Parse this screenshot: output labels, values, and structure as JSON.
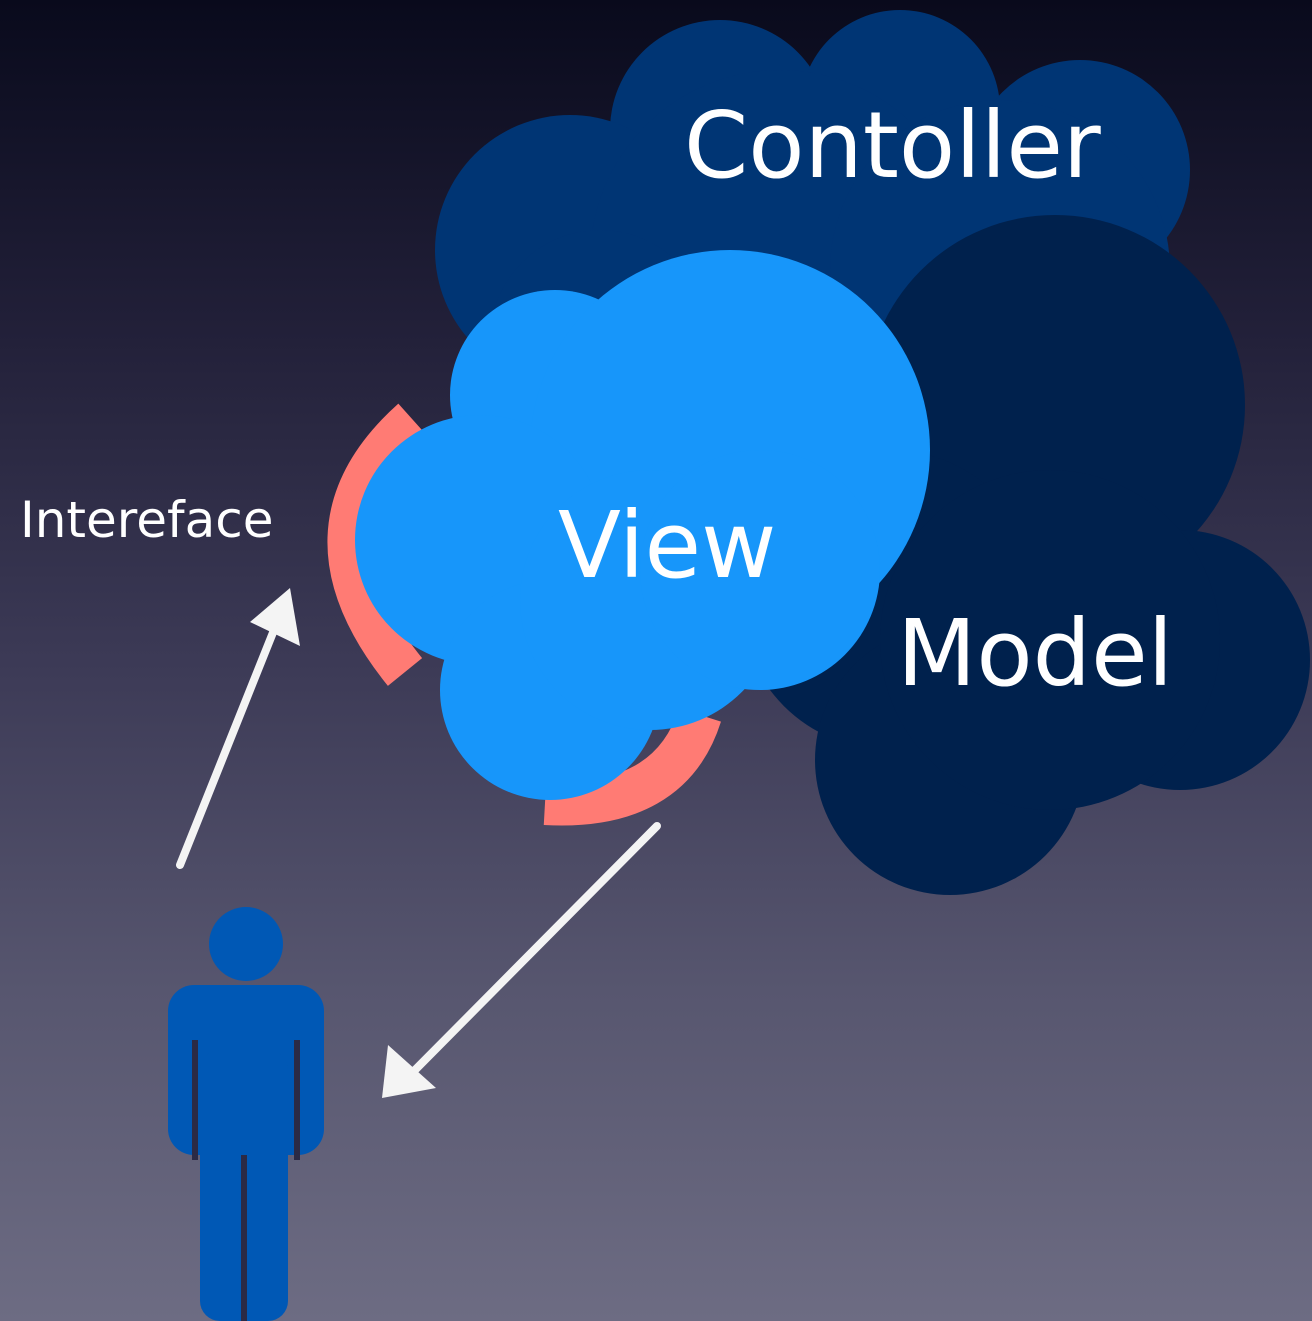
{
  "diagram": {
    "labels": {
      "controller": "Contoller",
      "view": "View",
      "model": "Model",
      "interface": "Intereface"
    },
    "colors": {
      "background_top": "#090a1c",
      "background_bottom": "#6d6c83",
      "controller_cloud": "#003574",
      "model_cloud": "#00214d",
      "view_cloud": "#1796fa",
      "interface_arc": "#ff7b74",
      "user_figure": "#0058b5",
      "arrow": "#f4f4f4",
      "text": "#ffffff"
    },
    "icons": {
      "user": "person-icon",
      "arrow_up": "arrow-up-right-icon",
      "arrow_down": "arrow-down-left-icon"
    }
  }
}
